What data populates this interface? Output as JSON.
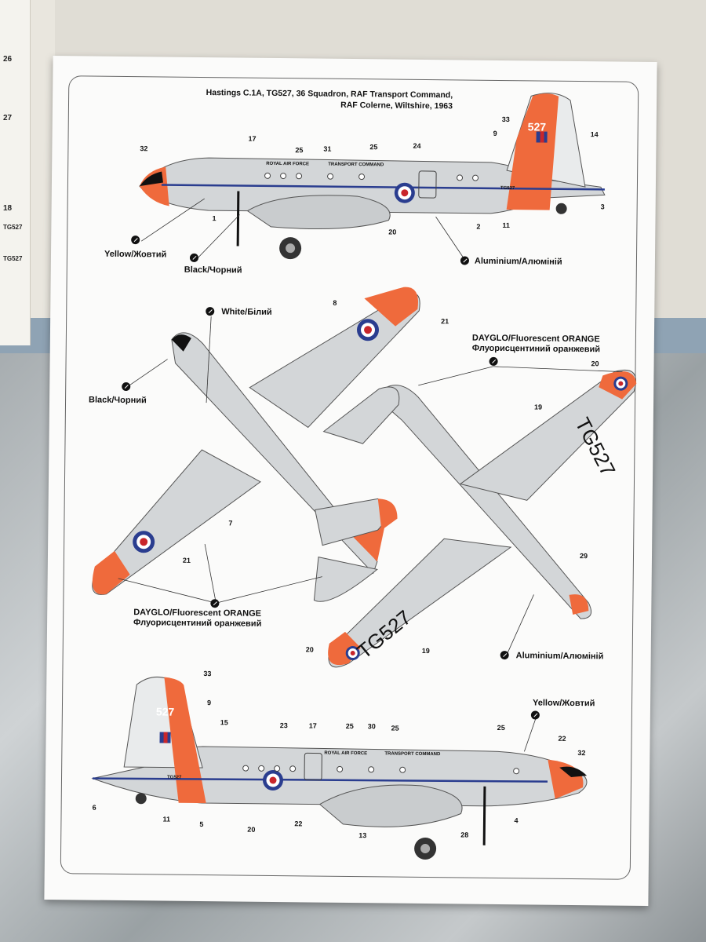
{
  "title_line1": "Hastings C.1A, TG527,  36 Squadron,  RAF Transport Command,",
  "title_line2": "RAF Colerne, Wiltshire, 1963",
  "ruler_marks": [
    "26",
    "27",
    "18",
    "TG527",
    "TG527"
  ],
  "colors": {
    "yellow": "Yellow/Жовтий",
    "black": "Black/Чорний",
    "aluminium": "Aluminium/Алюміній",
    "white": "White/Білий",
    "dayglo_en": "DAYGLO/Fluorescent ORANGE",
    "dayglo_ua": "Флуорисцентиний оранжевий"
  },
  "fuselage_text": {
    "raf": "ROYAL AIR FORCE",
    "tc": "TRANSPORT COMMAND",
    "serial": "TG527",
    "code": "527"
  },
  "underside_serial": "TG527",
  "top_callouts": [
    "17",
    "25",
    "31",
    "25",
    "24",
    "33",
    "9",
    "14",
    "32",
    "1",
    "20",
    "2",
    "11",
    "3"
  ],
  "mid_callouts": [
    "8",
    "21",
    "20",
    "19",
    "7",
    "21",
    "29",
    "20",
    "19"
  ],
  "bottom_callouts": [
    "33",
    "9",
    "15",
    "23",
    "17",
    "25",
    "30",
    "25",
    "25",
    "22",
    "32",
    "6",
    "11",
    "5",
    "20",
    "22",
    "13",
    "28",
    "4"
  ],
  "palette": {
    "orange": "#ef6a3c",
    "aluminium": "#d3d6d8",
    "blue": "#2a3d8f",
    "red": "#c8262b"
  }
}
